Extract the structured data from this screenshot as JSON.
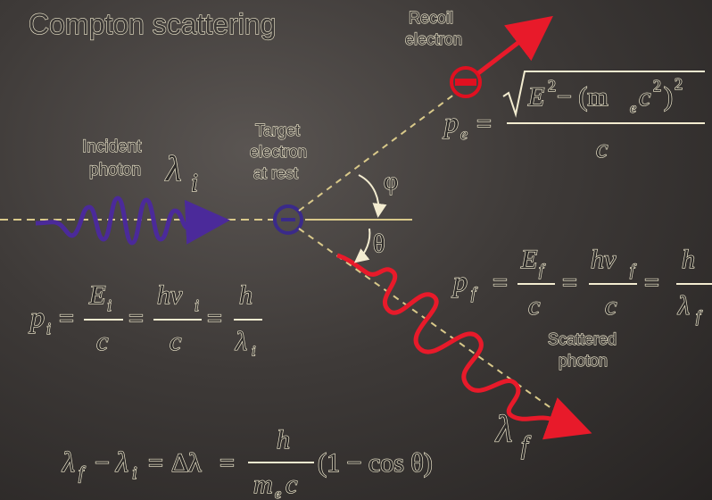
{
  "title": "Compton scattering",
  "labels": {
    "recoil_electron_1": "Recoil",
    "recoil_electron_2": "electron",
    "incident_photon_1": "Incident",
    "incident_photon_2": "photon",
    "target_electron_1": "Target",
    "target_electron_2": "electron",
    "target_electron_3": "at rest",
    "scattered_photon_1": "Scattered",
    "scattered_photon_2": "photon",
    "phi": "φ",
    "theta": "θ"
  },
  "symbols": {
    "lambda_i": "λ",
    "lambda_i_sub": "i",
    "lambda_f": "λ",
    "lambda_f_sub": "f"
  },
  "equations": {
    "pi": {
      "lhs": "p",
      "lhs_sub": "i",
      "frac1_num": "E",
      "frac1_num_sub": "i",
      "frac1_den": "c",
      "frac2_num": "hν",
      "frac2_num_sub": "i",
      "frac2_den": "c",
      "frac3_num": "h",
      "frac3_den": "λ",
      "frac3_den_sub": "i"
    },
    "pf": {
      "lhs": "p",
      "lhs_sub": "f",
      "frac1_num": "E",
      "frac1_num_sub": "f",
      "frac1_den": "c",
      "frac2_num": "hν",
      "frac2_num_sub": "f",
      "frac2_den": "c",
      "frac3_num": "h",
      "frac3_den": "λ",
      "frac3_den_sub": "f"
    },
    "pe": {
      "lhs": "p",
      "lhs_sub": "e",
      "num_a": "E",
      "num_a_sup": "2",
      "num_b": " − (m",
      "num_b_sub": "e",
      "num_c": "c",
      "num_c_sup": "2",
      "num_d": ")",
      "num_d_sup": "2",
      "den": "c"
    },
    "shift": {
      "lf": "λ",
      "lf_sub": "f",
      "minus": "−",
      "li": "λ",
      "li_sub": "i",
      "eq1": "=",
      "delta": "Δλ",
      "eq2": "=",
      "num": "h",
      "den": "m",
      "den_sub": "e",
      "den_c": "c",
      "tail": "(1 − cos θ)"
    }
  },
  "colors": {
    "background": "#3e3a38",
    "text_outline": "#f3ecd0",
    "incident_photon": "#4b2a9a",
    "scattered_photon": "#e81a2a",
    "electron_red": "#e01020",
    "electron_blue": "#3a2a8a",
    "dashed_line": "#d9c98a"
  }
}
